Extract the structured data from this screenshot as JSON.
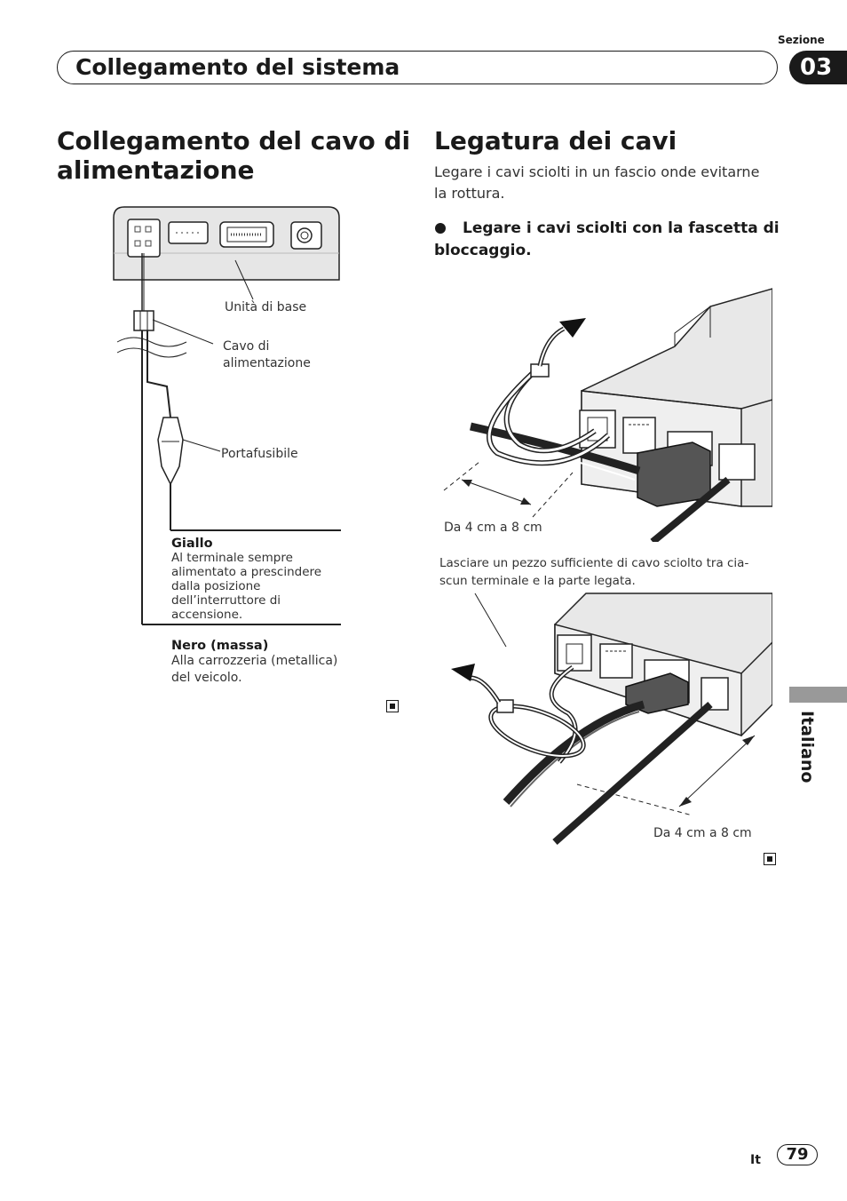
{
  "header": {
    "section_label": "Sezione",
    "section_number": "03",
    "chapter_title": "Collegamento del sistema"
  },
  "left": {
    "title": "Collegamento del cavo di alimentazione",
    "diagram": {
      "label_base": "Unità di base",
      "label_cable_1": "Cavo di",
      "label_cable_2": "alimentazione",
      "label_fuse": "Portafusibile",
      "yellow_title": "Giallo",
      "yellow_lines": [
        "Al terminale sempre",
        "alimentato a prescindere",
        "dalla posizione",
        "dell’interruttore di",
        "accensione."
      ],
      "black_title": "Nero (massa)",
      "black_lines": [
        "Alla carrozzeria (metallica)",
        "del veicolo."
      ]
    }
  },
  "right": {
    "title": "Legatura dei cavi",
    "intro_1": "Legare i cavi sciolti in un fascio onde evitarne",
    "intro_2": "la rottura.",
    "bullet_1": "Legare i cavi sciolti con la fascetta di",
    "bullet_2": "bloccaggio.",
    "dist_label_1": "Da 4 cm a 8 cm",
    "note_1": "Lasciare un pezzo sufficiente di cavo sciolto tra cia-",
    "note_2": "scun terminale e la parte legata.",
    "dist_label_2": "Da 4 cm a 8 cm"
  },
  "side_tab": {
    "language": "Italiano"
  },
  "footer": {
    "lang_code": "It",
    "page_number": "79"
  },
  "colors": {
    "text": "#1a1a1a",
    "tab_gray": "#999999",
    "unit_gray": "#e6e6e6"
  }
}
